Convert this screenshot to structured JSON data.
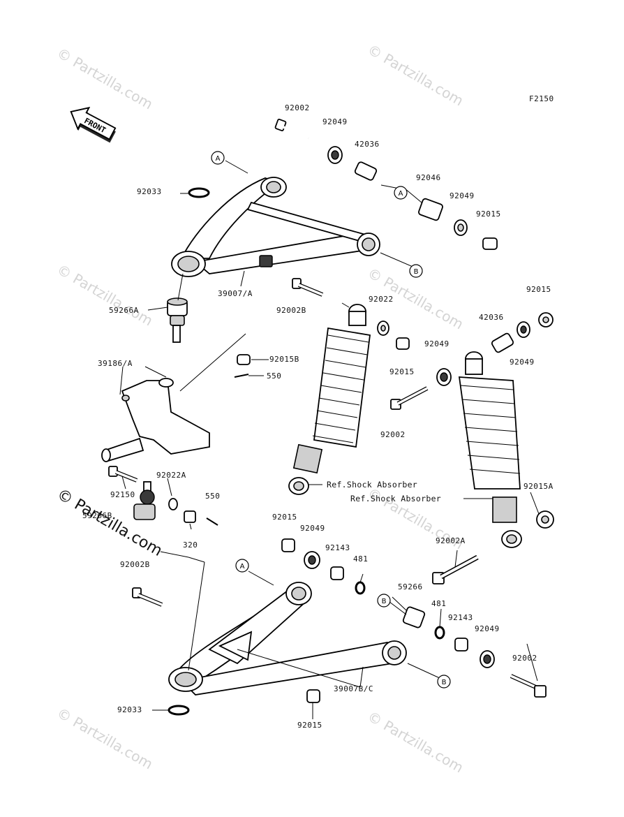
{
  "figure_code": "F2150",
  "front_label": "FRONT",
  "watermark": "© Partzilla.com",
  "callouts": {
    "A": "A",
    "B": "B"
  },
  "labels": {
    "l92002_top": "92002",
    "l92049_a": "92049",
    "l42036_a": "42036",
    "l92046": "92046",
    "l92049_b": "92049",
    "l92015_a": "92015",
    "l92033_top": "92033",
    "l39007a": "39007/A",
    "l59266a": "59266A",
    "l92002b_top": "92002B",
    "l92022": "92022",
    "l92015_r": "92015",
    "l42036_b": "42036",
    "l92049_c": "92049",
    "l92049_d": "92049",
    "l92015b": "92015B",
    "l550_a": "550",
    "l39186a": "39186/A",
    "l92015_c": "92015",
    "l92002_mid": "92002",
    "l92150": "92150",
    "l92022a": "92022A",
    "l550_b": "550",
    "l59266b": "59266B",
    "l320": "320",
    "l92002b_low": "92002B",
    "l92015a": "92015A",
    "l92015_d": "92015",
    "l92049_e": "92049",
    "l92143_a": "92143",
    "l481_a": "481",
    "l59266": "59266",
    "l92002a": "92002A",
    "l481_b": "481",
    "l92143_b": "92143",
    "l92049_f": "92049",
    "l92002_low": "92002",
    "l92033_low": "92033",
    "l39007bc": "39007B/C",
    "l92015_e": "92015",
    "ref_shock_1": "Ref.Shock Absorber",
    "ref_shock_2": "Ref.Shock Absorber"
  }
}
